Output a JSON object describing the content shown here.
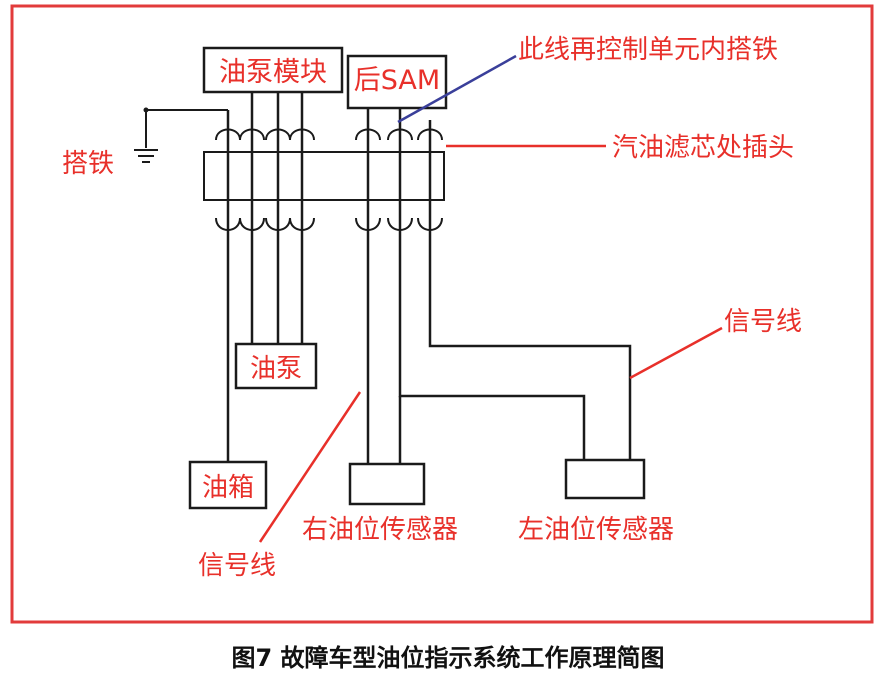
{
  "diagram": {
    "boxes": {
      "pump_module": "油泵模块",
      "rear_sam": "后SAM",
      "fuel_pump": "油泵",
      "fuel_tank": "油箱",
      "right_sensor": "",
      "left_sensor": ""
    },
    "labels": {
      "ground": "搭铁",
      "internal_ground": "此线再控制单元内搭铁",
      "connector": "汽油滤芯处插头",
      "signal_wire_right": "信号线",
      "signal_wire_left": "信号线",
      "right_sensor": "右油位传感器",
      "left_sensor": "左油位传感器"
    },
    "caption": "图7 故障车型油位指示系统工作原理简图",
    "colors": {
      "label_red": "#e8302a",
      "frame_red": "#e23b3b",
      "wire": "#1a1a1a",
      "pointer_blue": "#3a3f9a",
      "caption": "#111111"
    }
  }
}
